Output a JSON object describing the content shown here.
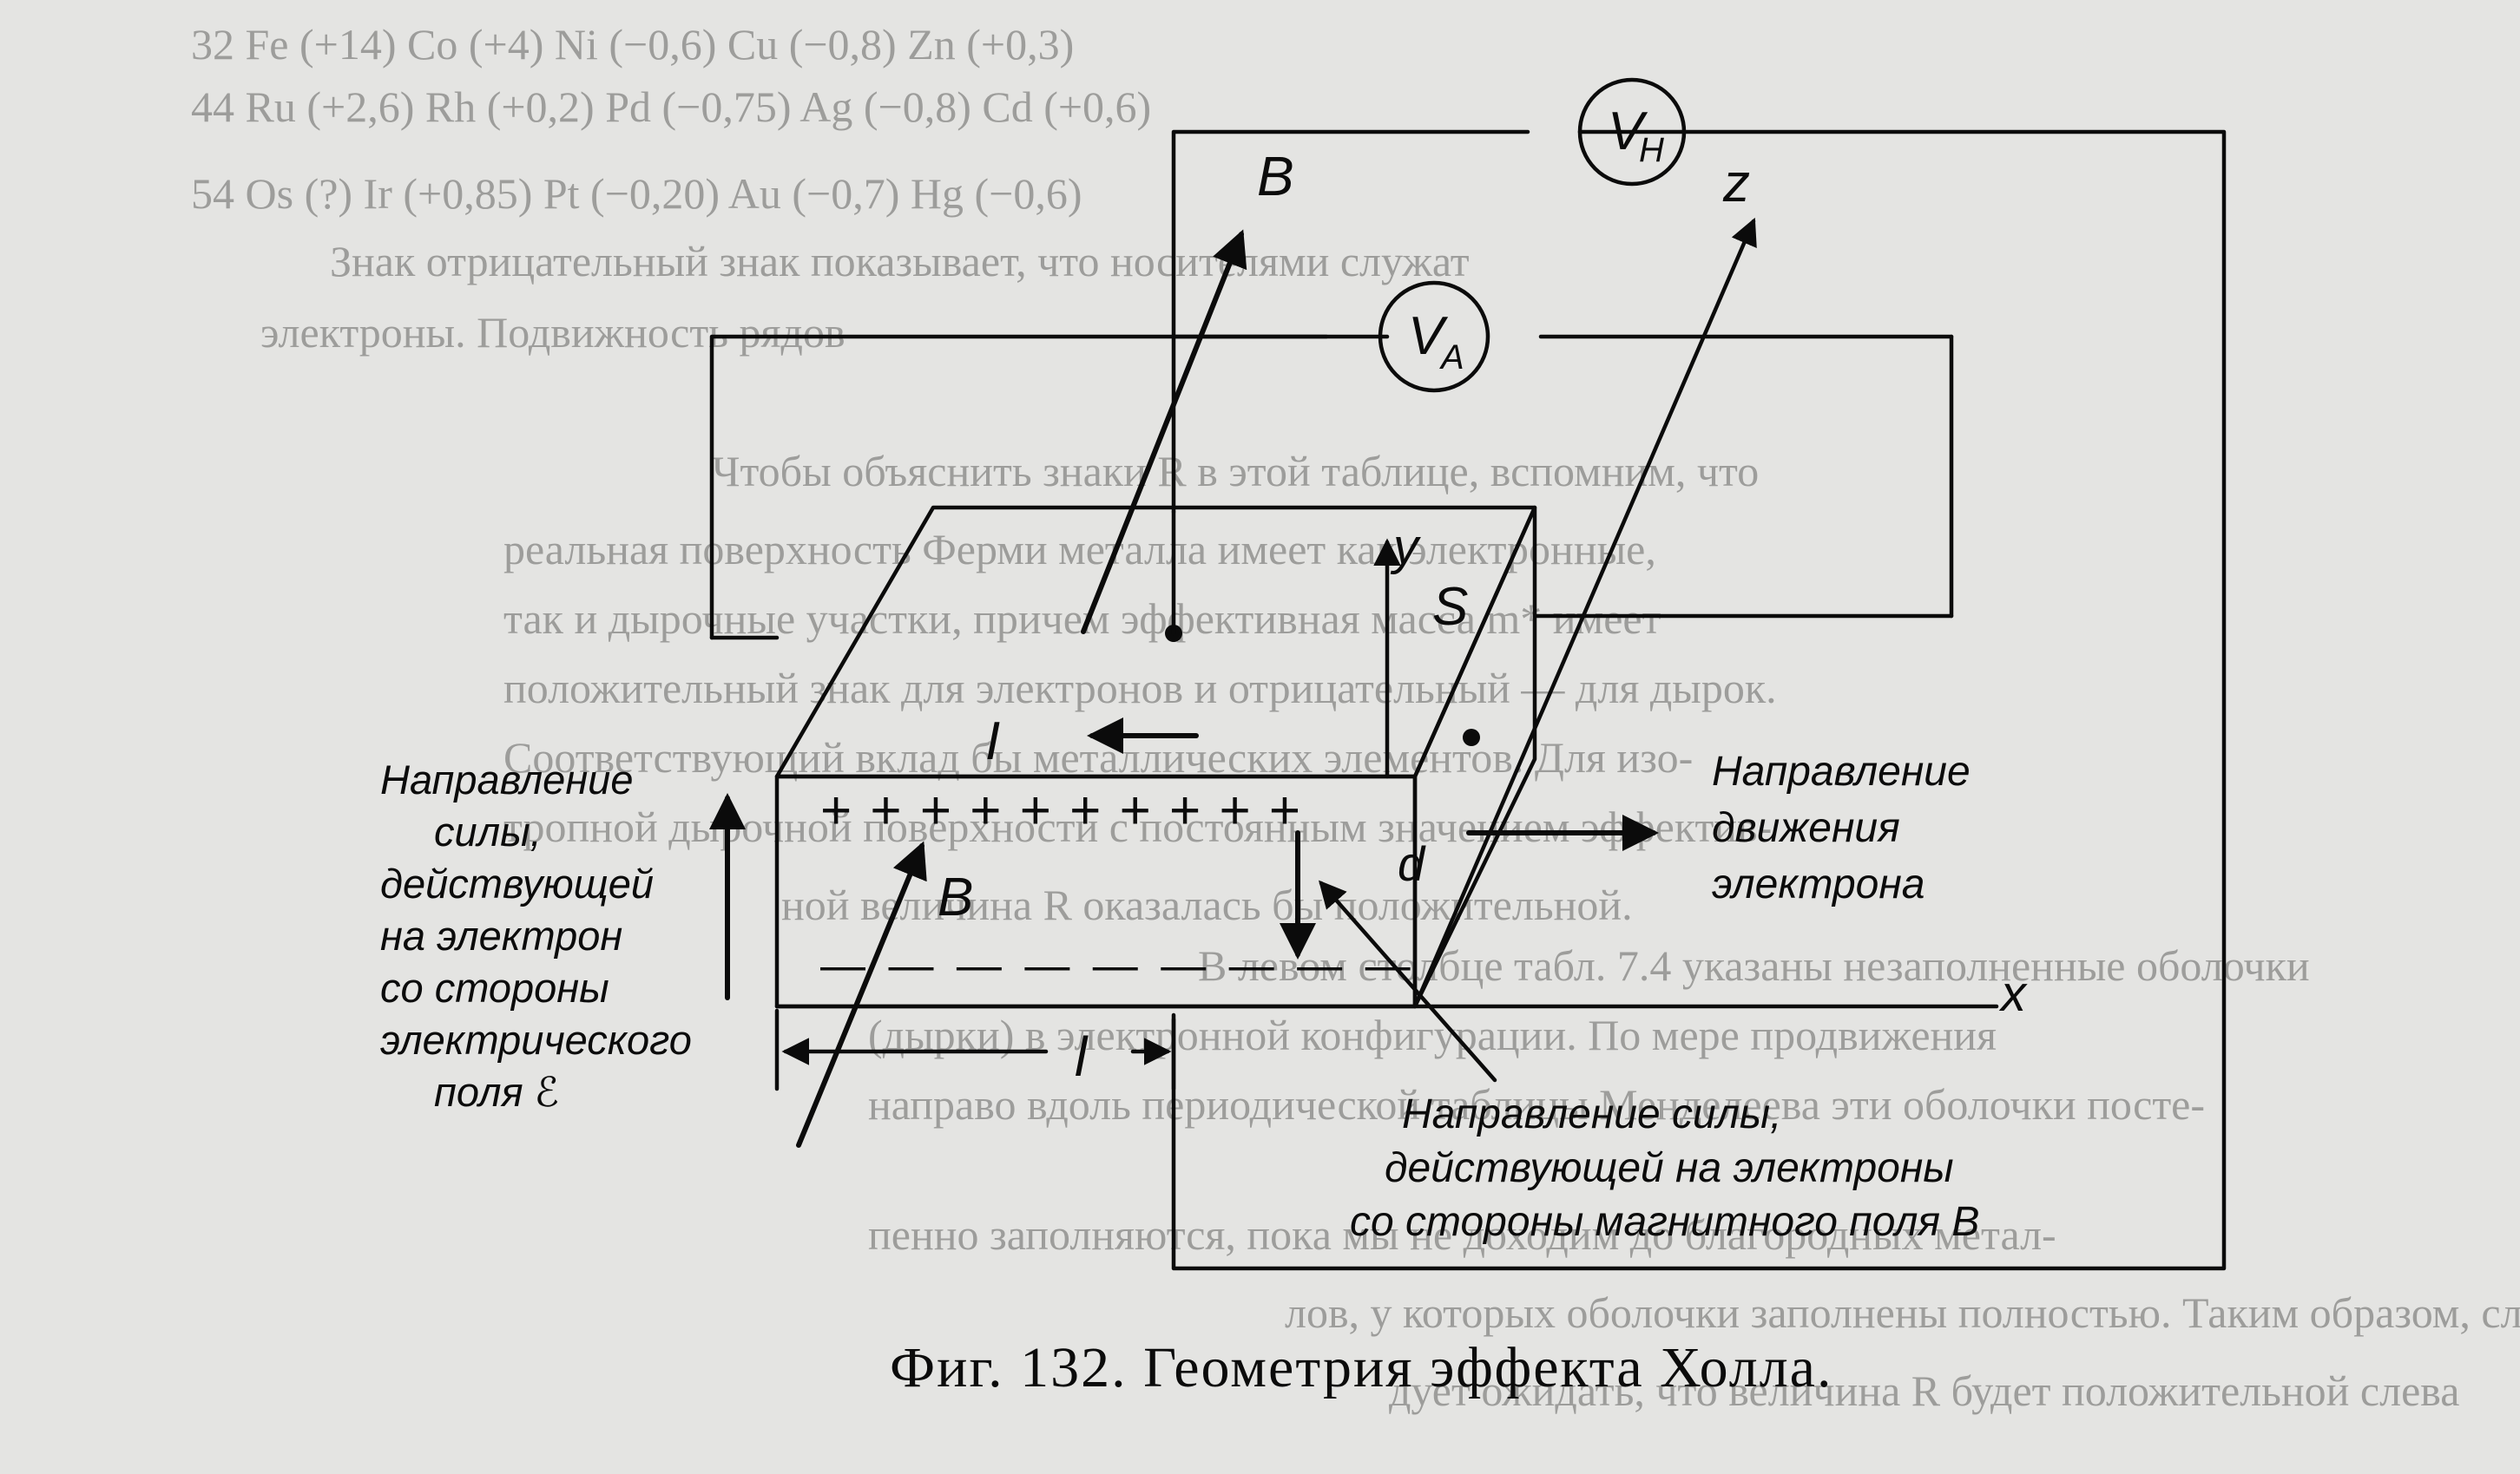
{
  "background_text": {
    "table_rows": [
      "32  Fe (+14)      Co (+4)    Ni (−0,6)    Cu (−0,8)    Zn (+0,3)",
      "44  Ru (+2,6)     Rh (+0,2)   Pd (−0,75)    Ag (−0,8)    Cd (+0,6)",
      "54  Os (?)        Ir (+0,85)   Pt (−0,20)    Au (−0,7)    Hg (−0,6)"
    ],
    "paragraph_lines": [
      "Знак отрицательный знак показывает, что носителями служат",
      "электроны. Подвижность рядов",
      "Чтобы объяснить знаки R в этой таблице, вспомним, что",
      "реальная поверхность Ферми металла имеет как электронные,",
      "так и дырочные участки, причем эффективная масса m* имеет",
      "положительный знак для электронов и отрицательный — для дырок.",
      "Соответствующий вклад бы металлических элементов. Для изо-",
      "тропной дырочной поверхности с постоянным значением эффектив-",
      "ной величина R оказалась бы положительной.",
      "В левом столбце табл. 7.4 указаны незаполненные оболочки",
      "(дырки) в электронной конфигурации. По мере продвижения",
      "направо вдоль периодической таблицы Менделеева эти оболочки посте-",
      "пенно заполняются, пока мы не доходим до благородных метал-",
      "лов, у которых оболочки заполнены полностью. Таким образом, сле-",
      "дует ожидать, что величина R будет положительной слева"
    ]
  },
  "diagram": {
    "labels": {
      "meter_hall": "V",
      "meter_hall_sub": "H",
      "meter_applied": "V",
      "meter_applied_sub": "A",
      "field_b_top": "B",
      "field_b_front": "B",
      "axis_z": "z",
      "axis_y": "y",
      "axis_x": "x",
      "area_s": "S",
      "thickness_d": "d",
      "current_i": "I",
      "length_l": "l",
      "plus_charges": "+ + + + + + + + + +",
      "minus_charges": "— — — — — — — — —",
      "electric_force": [
        "Направление",
        "силы,",
        "действующей",
        "на электрон",
        "со стороны",
        "электрического",
        "поля ℰ"
      ],
      "electron_motion": [
        "Направление",
        "движения",
        "электрона"
      ],
      "magnetic_force": [
        "Направление силы,",
        "действующей на электроны",
        "со стороны магнитного поля B"
      ]
    }
  },
  "caption": "Фиг. 132. Геометрия эффекта Холла."
}
